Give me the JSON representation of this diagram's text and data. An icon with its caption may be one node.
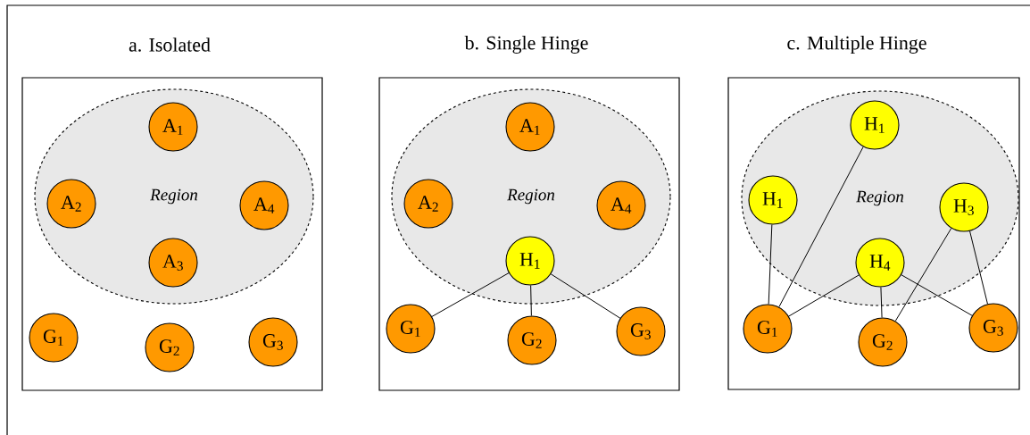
{
  "diagram": {
    "nodes": [
      {
        "text": [
          "a. Isolated"
        ]
      },
      {
        "text": [
          "Region"
        ],
        "in": 0
      },
      {
        "text": [
          "A$_{1}$"
        ],
        "in": 1
      },
      {
        "text": [
          "A$_{2}$"
        ],
        "in": 1
      },
      {
        "text": [
          "A$_{4}$"
        ],
        "in": 1
      },
      {
        "text": [
          "A$_{3}$"
        ],
        "in": 1
      },
      {
        "text": [
          "G$_{1}$"
        ],
        "in": 0
      },
      {
        "text": [
          "G$_{2}$"
        ],
        "in": 0
      },
      {
        "text": [
          "G$_{3}$"
        ],
        "in": 0
      },
      {
        "text": [
          "b. Single Hinge"
        ]
      },
      {
        "text": [
          "Region"
        ],
        "in": 9
      },
      {
        "text": [
          "A$_{1}$"
        ],
        "in": 10
      },
      {
        "text": [
          "A$_{2}$"
        ],
        "in": 10
      },
      {
        "text": [
          "A$_{4}$"
        ],
        "in": 10
      },
      {
        "text": [
          "H$_{1}$"
        ],
        "in": 10
      },
      {
        "text": [
          "G$_{1}$"
        ],
        "in": 9
      },
      {
        "text": [
          "G$_{2}$"
        ],
        "in": 9
      },
      {
        "text": [
          "G$_{3}$"
        ],
        "in": 9
      },
      {
        "text": [
          "c. Multiple Hinge"
        ]
      },
      {
        "text": [
          "Region"
        ],
        "in": 18
      },
      {
        "text": [
          "H$_{1}$"
        ],
        "in": 19
      },
      {
        "text": [
          "H$_{1}$"
        ],
        "in": 19
      },
      {
        "text": [
          "H$_{3}$"
        ],
        "in": 19
      },
      {
        "text": [
          "H$_{4}$"
        ],
        "in": 19
      },
      {
        "text": [
          "G$_{1}$"
        ],
        "in": 18
      },
      {
        "text": [
          "G$_{2}$"
        ],
        "in": 18
      },
      {
        "text": [
          "G$_{3}$"
        ],
        "in": 18
      }
    ],
    "edges": [
      {
        "from": 14,
        "to": 15,
        "arrow": "none"
      },
      {
        "from": 14,
        "to": 16,
        "arrow": "none"
      },
      {
        "from": 14,
        "to": 17,
        "arrow": "none"
      },
      {
        "from": 21,
        "to": 24,
        "arrow": "none"
      },
      {
        "from": 20,
        "to": 24,
        "arrow": "none"
      },
      {
        "from": 23,
        "to": 24,
        "arrow": "none"
      },
      {
        "from": 23,
        "to": 25,
        "arrow": "none"
      },
      {
        "from": 23,
        "to": 26,
        "arrow": "none"
      },
      {
        "from": 22,
        "to": 25,
        "arrow": "none"
      },
      {
        "from": 22,
        "to": 26,
        "arrow": "none"
      }
    ]
  }
}
